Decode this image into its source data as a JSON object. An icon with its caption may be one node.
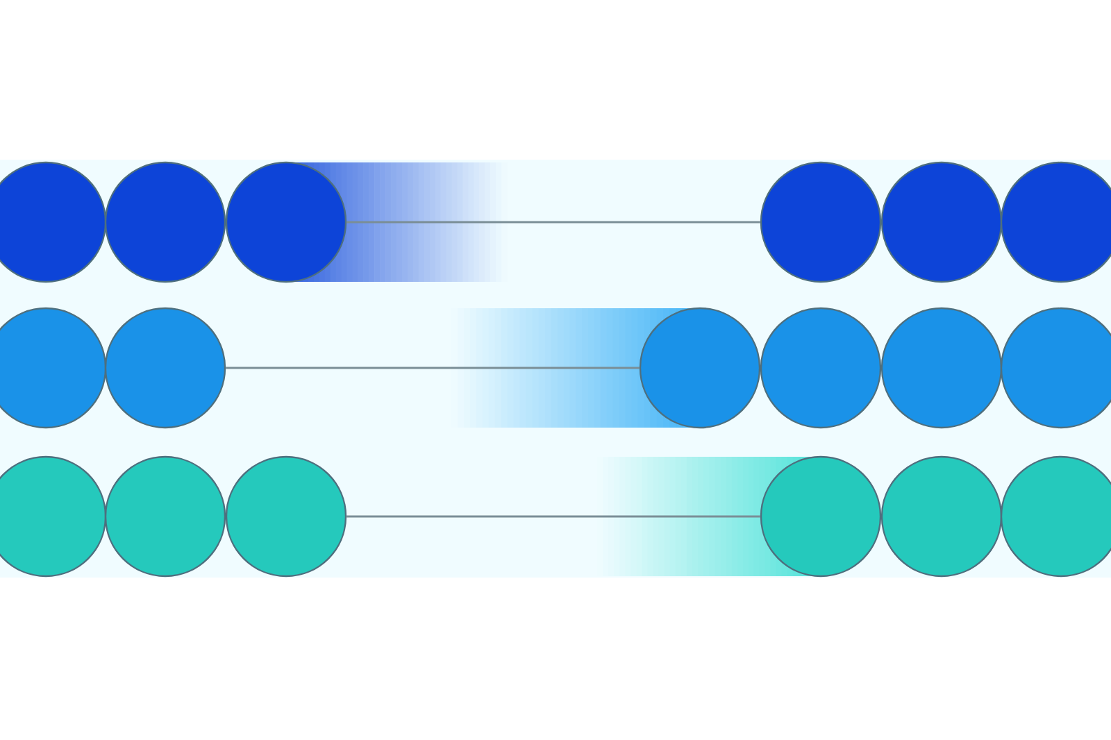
{
  "diagram": {
    "nodes": [
      {
        "text": [],
        "shape": "circle"
      },
      {
        "text": [],
        "shape": "circle"
      },
      {
        "text": [],
        "shape": "circle"
      },
      {
        "text": [],
        "shape": "circle"
      },
      {
        "text": [],
        "shape": "circle"
      },
      {
        "text": [],
        "shape": "circle"
      },
      {
        "text": [],
        "shape": "circle"
      },
      {
        "text": [],
        "shape": "circle"
      },
      {
        "text": [],
        "shape": "circle"
      },
      {
        "text": [],
        "shape": "circle"
      },
      {
        "text": [],
        "shape": "circle"
      },
      {
        "text": [],
        "shape": "circle"
      },
      {
        "text": [],
        "shape": "circle"
      },
      {
        "text": [],
        "shape": "circle"
      },
      {
        "text": [],
        "shape": "circle"
      },
      {
        "text": [],
        "shape": "circle"
      },
      {
        "text": [],
        "shape": "circle"
      },
      {
        "text": [],
        "shape": "circle"
      }
    ],
    "edges": [
      {
        "from": 2,
        "to": 3,
        "arrow": "none"
      },
      {
        "from": 7,
        "to": 8,
        "arrow": "none"
      },
      {
        "from": 14,
        "to": 15,
        "arrow": "none"
      }
    ]
  }
}
